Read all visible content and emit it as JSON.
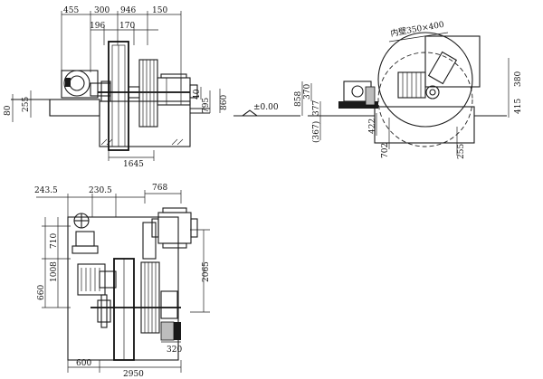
{
  "drawing": {
    "front_view": {
      "dims": {
        "d455": "455",
        "d300": "300",
        "d946": "946",
        "d150": "150",
        "d196": "196",
        "d170": "170",
        "d255": "255",
        "d80": "80",
        "d40": "40",
        "d795": "795",
        "d860": "860",
        "d1645": "1645"
      },
      "level": "±0.00"
    },
    "side_view": {
      "dims": {
        "d858": "858",
        "d370": "370",
        "d377": "377",
        "d367": "(367)",
        "d422": "422",
        "d702": "702",
        "d255": "255",
        "d380": "380",
        "d415": "415"
      },
      "inner_size": "内壁350×400"
    },
    "plan_view": {
      "dims": {
        "d243_5": "243.5",
        "d230_5": "230.5",
        "d768": "768",
        "d710": "710",
        "d1008": "1008",
        "d660": "660",
        "d2065": "2065",
        "d320": "320",
        "d600": "600",
        "d2950": "2950"
      }
    }
  }
}
